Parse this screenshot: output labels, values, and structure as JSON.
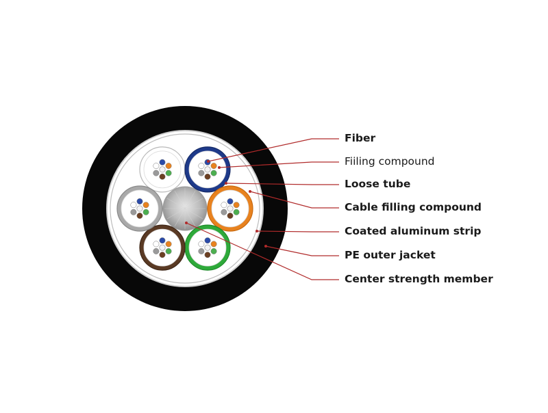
{
  "diagram": {
    "labels": [
      {
        "id": "fiber",
        "text": "Fiber"
      },
      {
        "id": "filling",
        "text": "Fiiling compound"
      },
      {
        "id": "loose",
        "text": "Loose tube"
      },
      {
        "id": "cablefill",
        "text": "Cable filling compound"
      },
      {
        "id": "aluminum",
        "text": "Coated aluminum strip"
      },
      {
        "id": "jacket",
        "text": "PE outer jacket"
      },
      {
        "id": "center",
        "text": "Center strength member"
      }
    ],
    "tubes": [
      {
        "name": "white",
        "ring": "#ffffff",
        "ringStroke": "#b8b8b8",
        "inner": "#ffffff"
      },
      {
        "name": "blue",
        "ring": "#1e3a8a",
        "ringStroke": "#152a66",
        "inner": "#ffffff"
      },
      {
        "name": "orange",
        "ring": "#e8821f",
        "ringStroke": "#c86a10",
        "inner": "#ffffff"
      },
      {
        "name": "green",
        "ring": "#2eaa3a",
        "ringStroke": "#1e8a2a",
        "inner": "#ffffff"
      },
      {
        "name": "brown",
        "ring": "#5a3a24",
        "ringStroke": "#3e2616",
        "inner": "#ffffff"
      },
      {
        "name": "gray",
        "ring": "#a9a9a9",
        "ringStroke": "#8a8a8a",
        "inner": "#ffffff"
      }
    ],
    "fiberColors": [
      "#2a4aa8",
      "#e8821f",
      "#4caf50",
      "#6b3f22",
      "#9a9a9a",
      "#ffffff"
    ],
    "colors": {
      "jacket": "#080808",
      "leader": "#b02a2a",
      "center": "#b9b9b9",
      "filling": "#ffffff"
    }
  }
}
